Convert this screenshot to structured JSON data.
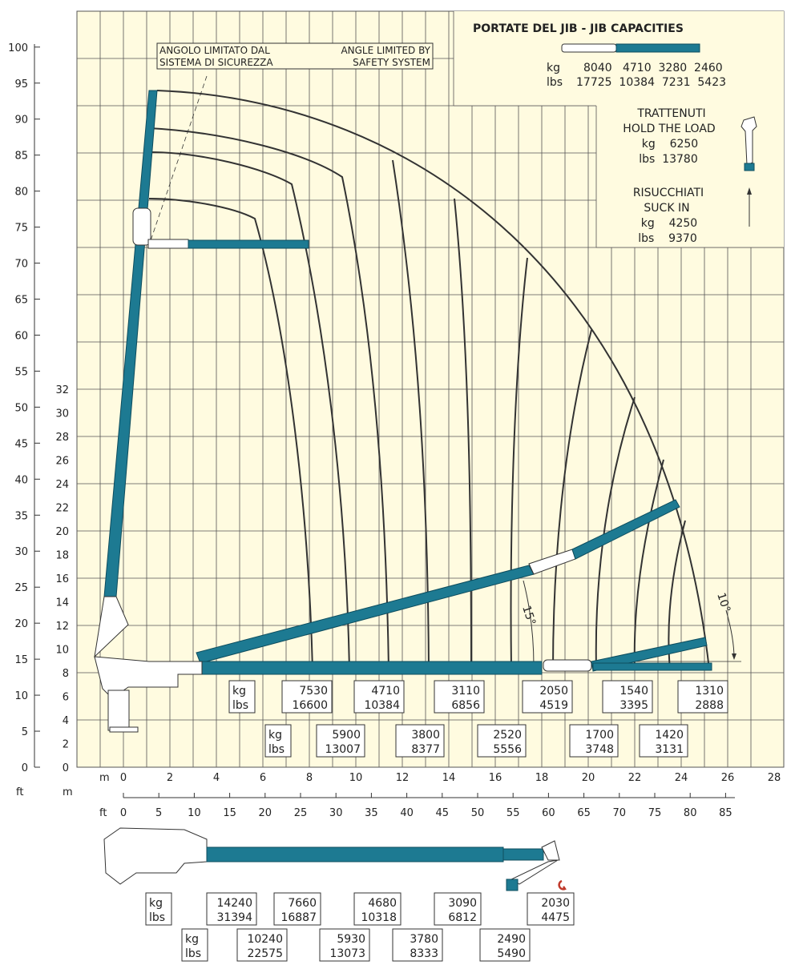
{
  "jib_panel": {
    "title": "PORTATE DEL JIB  -  JIB CAPACITIES",
    "kg_label": "kg",
    "kg_values": "8040   4710  3280  2460",
    "lbs_label": "lbs",
    "lbs_values": "17725  10384  7231  5423",
    "hold_it": "TRATTENUTI",
    "hold_en": "HOLD THE LOAD",
    "hold_kg": "kg    6250",
    "hold_lbs": "lbs  13780",
    "suck_it": "RISUCCHIATI",
    "suck_en": "SUCK IN",
    "suck_kg": "kg    4250",
    "suck_lbs": "lbs    9370"
  },
  "angle_note": {
    "it_line1": "ANGOLO LIMITATO DAL",
    "it_line2": "SISTEMA DI SICUREZZA",
    "en_line1": "ANGLE LIMITED BY",
    "en_line2": "SAFETY SYSTEM"
  },
  "angles": {
    "jib_angle_1": "15°",
    "jib_angle_2": "10°"
  },
  "axes": {
    "left_ft_label": "ft",
    "left_m_label": "m",
    "bottom_m_label": "m",
    "bottom_ft_label": "ft",
    "m_y_ticks": [
      "0",
      "2",
      "4",
      "6",
      "8",
      "10",
      "12",
      "14",
      "16",
      "18",
      "20",
      "22",
      "24",
      "26",
      "28",
      "30",
      "32"
    ],
    "ft_y_ticks": [
      "0",
      "5",
      "10",
      "15",
      "20",
      "25",
      "30",
      "35",
      "40",
      "45",
      "50",
      "55",
      "60",
      "65",
      "70",
      "75",
      "80",
      "85",
      "90",
      "95",
      "100"
    ],
    "m_x_ticks": [
      "0",
      "2",
      "4",
      "6",
      "8",
      "10",
      "12",
      "14",
      "16",
      "18",
      "20",
      "22",
      "24",
      "26",
      "28"
    ],
    "ft_x_ticks": [
      "0",
      "5",
      "10",
      "15",
      "20",
      "25",
      "30",
      "35",
      "40",
      "45",
      "50",
      "55",
      "60",
      "65",
      "70",
      "75",
      "80",
      "85"
    ]
  },
  "chart_capacities": {
    "row1_label_kg": "kg",
    "row1_label_lbs": "lbs",
    "row1": [
      {
        "kg": "7530",
        "lbs": "16600"
      },
      {
        "kg": "4710",
        "lbs": "10384"
      },
      {
        "kg": "3110",
        "lbs": "6856"
      },
      {
        "kg": "2050",
        "lbs": "4519"
      },
      {
        "kg": "1540",
        "lbs": "3395"
      },
      {
        "kg": "1310",
        "lbs": "2888"
      }
    ],
    "row2_label_kg": "kg",
    "row2_label_lbs": "lbs",
    "row2": [
      {
        "kg": "5900",
        "lbs": "13007"
      },
      {
        "kg": "3800",
        "lbs": "8377"
      },
      {
        "kg": "2520",
        "lbs": "5556"
      },
      {
        "kg": "1700",
        "lbs": "3748"
      },
      {
        "kg": "1420",
        "lbs": "3131"
      }
    ]
  },
  "bottom_capacities": {
    "row1_label_kg": "kg",
    "row1_label_lbs": "lbs",
    "row1": [
      {
        "kg": "14240",
        "lbs": "31394"
      },
      {
        "kg": "7660",
        "lbs": "16887"
      },
      {
        "kg": "4680",
        "lbs": "10318"
      },
      {
        "kg": "3090",
        "lbs": "6812"
      },
      {
        "kg": "2030",
        "lbs": "4475"
      }
    ],
    "row2_label_kg": "kg",
    "row2_label_lbs": "lbs",
    "row2": [
      {
        "kg": "10240",
        "lbs": "22575"
      },
      {
        "kg": "5930",
        "lbs": "13073"
      },
      {
        "kg": "3780",
        "lbs": "8333"
      },
      {
        "kg": "2490",
        "lbs": "5490"
      }
    ]
  },
  "colors": {
    "boom": "#1d7a92",
    "background": "#fffbe0",
    "grid": "#555555",
    "curve": "#333333"
  }
}
